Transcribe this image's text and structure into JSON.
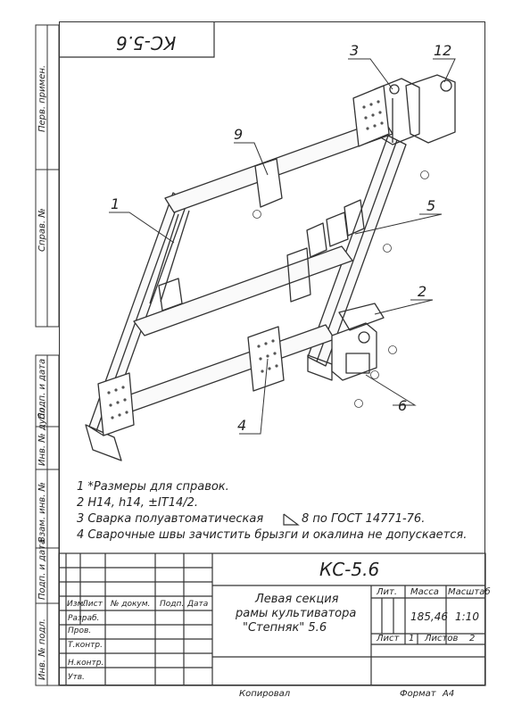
{
  "drawing": {
    "code_top_mirrored": "КС-5.6",
    "callouts": [
      "1",
      "2",
      "3",
      "4",
      "5",
      "6",
      "9",
      "12"
    ]
  },
  "side_labels": [
    "Перв. примен.",
    "Справ. №",
    "Подп. и дата",
    "Инв. № дубл.",
    "Взам. инв. №",
    "Подп. и дата",
    "Инв. № подл."
  ],
  "notes": [
    "1 *Размеры для справок.",
    "2 H14, h14, ±IT14/2.",
    "3 Сварка полуавтоматическая",
    "8 по ГОСТ 14771-76.",
    "4 Сварочные  швы зачистить брызги и окалина не допускается."
  ],
  "title_block": {
    "code": "КС-5.6",
    "title_line1": "Левая секция",
    "title_line2": "рамы культиватора",
    "title_line3": "\"Степняк\" 5.6",
    "lit_label": "Лит.",
    "mass_label": "Масса",
    "scale_label": "Масштаб",
    "mass_value": "185,46",
    "scale_value": "1:10",
    "sheet_label": "Лист",
    "sheet_value": "1",
    "sheets_label": "Листов",
    "sheets_value": "2",
    "row_headers": [
      "Изм.",
      "Лист",
      "№ докум.",
      "Подп.",
      "Дата"
    ],
    "roles": [
      "Разраб.",
      "Пров.",
      "Т.контр.",
      "Н.контр.",
      "Утв."
    ]
  },
  "footer": {
    "copied": "Копировал",
    "format_label": "Формат",
    "format_value": "А4"
  }
}
